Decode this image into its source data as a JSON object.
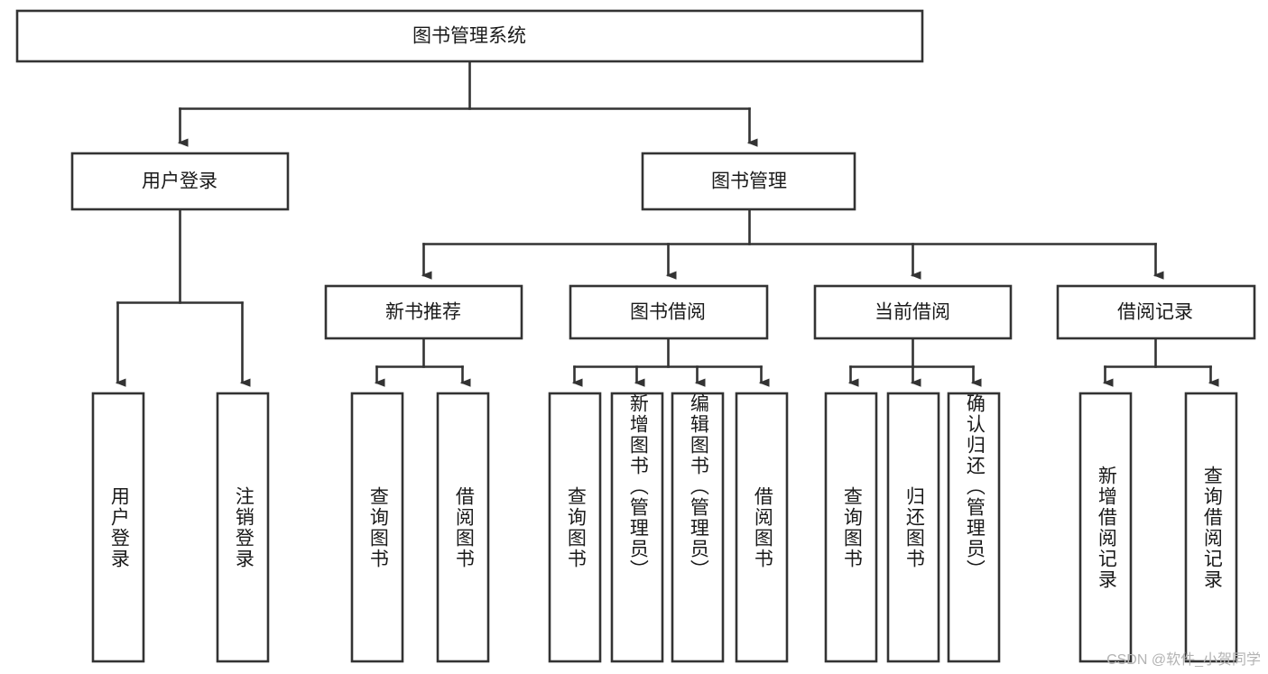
{
  "diagram": {
    "type": "tree-hierarchy",
    "title": "图书管理系统",
    "watermark": "CSDN @软件_小贺同学",
    "colors": {
      "stroke": "#333333",
      "fill": "#ffffff",
      "text": "#1a1a1a",
      "watermark": "#b3b3b3"
    },
    "levels": [
      {
        "level": 1,
        "nodes": [
          {
            "id": "root",
            "label": "图书管理系统",
            "orientation": "horizontal"
          }
        ]
      },
      {
        "level": 2,
        "nodes": [
          {
            "id": "user-login",
            "label": "用户登录",
            "parent": "root",
            "orientation": "horizontal"
          },
          {
            "id": "book-manage",
            "label": "图书管理",
            "parent": "root",
            "orientation": "horizontal"
          }
        ]
      },
      {
        "level": 3,
        "nodes": [
          {
            "id": "new-book-rec",
            "label": "新书推荐",
            "parent": "book-manage",
            "orientation": "horizontal"
          },
          {
            "id": "book-borrow",
            "label": "图书借阅",
            "parent": "book-manage",
            "orientation": "horizontal"
          },
          {
            "id": "current-borrow",
            "label": "当前借阅",
            "parent": "book-manage",
            "orientation": "horizontal"
          },
          {
            "id": "borrow-record",
            "label": "借阅记录",
            "parent": "book-manage",
            "orientation": "horizontal"
          }
        ]
      },
      {
        "level": 4,
        "nodes": [
          {
            "id": "leaf-1",
            "label": "用户登录",
            "parent": "user-login",
            "orientation": "vertical"
          },
          {
            "id": "leaf-2",
            "label": "注销登录",
            "parent": "user-login",
            "orientation": "vertical"
          },
          {
            "id": "leaf-3",
            "label": "查询图书",
            "parent": "new-book-rec",
            "orientation": "vertical"
          },
          {
            "id": "leaf-4",
            "label": "借阅图书",
            "parent": "new-book-rec",
            "orientation": "vertical"
          },
          {
            "id": "leaf-5",
            "label": "查询图书",
            "parent": "book-borrow",
            "orientation": "vertical"
          },
          {
            "id": "leaf-6",
            "label": "新增图书（管理员）",
            "parent": "book-borrow",
            "orientation": "vertical"
          },
          {
            "id": "leaf-7",
            "label": "编辑图书（管理员）",
            "parent": "book-borrow",
            "orientation": "vertical"
          },
          {
            "id": "leaf-8",
            "label": "借阅图书",
            "parent": "book-borrow",
            "orientation": "vertical"
          },
          {
            "id": "leaf-9",
            "label": "查询图书",
            "parent": "current-borrow",
            "orientation": "vertical"
          },
          {
            "id": "leaf-10",
            "label": "归还图书",
            "parent": "current-borrow",
            "orientation": "vertical"
          },
          {
            "id": "leaf-11",
            "label": "确认归还（管理员）",
            "parent": "current-borrow",
            "orientation": "vertical"
          },
          {
            "id": "leaf-12",
            "label": "新增借阅记录",
            "parent": "borrow-record",
            "orientation": "vertical"
          },
          {
            "id": "leaf-13",
            "label": "查询借阅记录",
            "parent": "borrow-record",
            "orientation": "vertical"
          }
        ]
      }
    ]
  }
}
